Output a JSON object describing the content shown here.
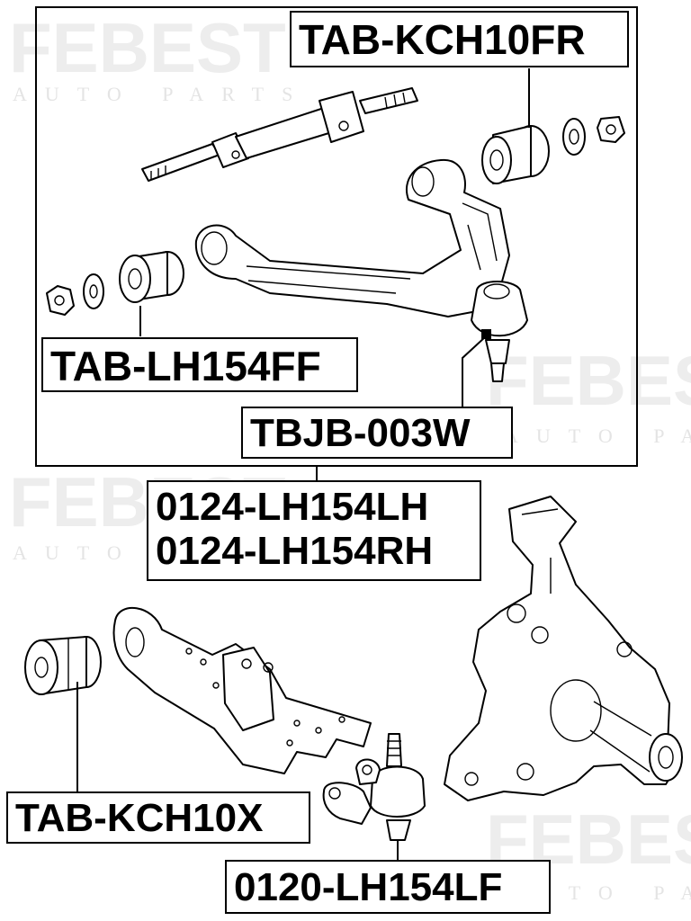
{
  "watermark": {
    "brand": "FEBEST",
    "tagline": "AUTO PARTS"
  },
  "labels": {
    "tab_kch10fr": "TAB-KCH10FR",
    "tab_lh154ff": "TAB-LH154FF",
    "tbjb_003w": "TBJB-003W",
    "arm_lh": "0124-LH154LH",
    "arm_rh": "0124-LH154RH",
    "tab_kch10x": "TAB-KCH10X",
    "ball_joint_lower": "0120-LH154LF"
  }
}
